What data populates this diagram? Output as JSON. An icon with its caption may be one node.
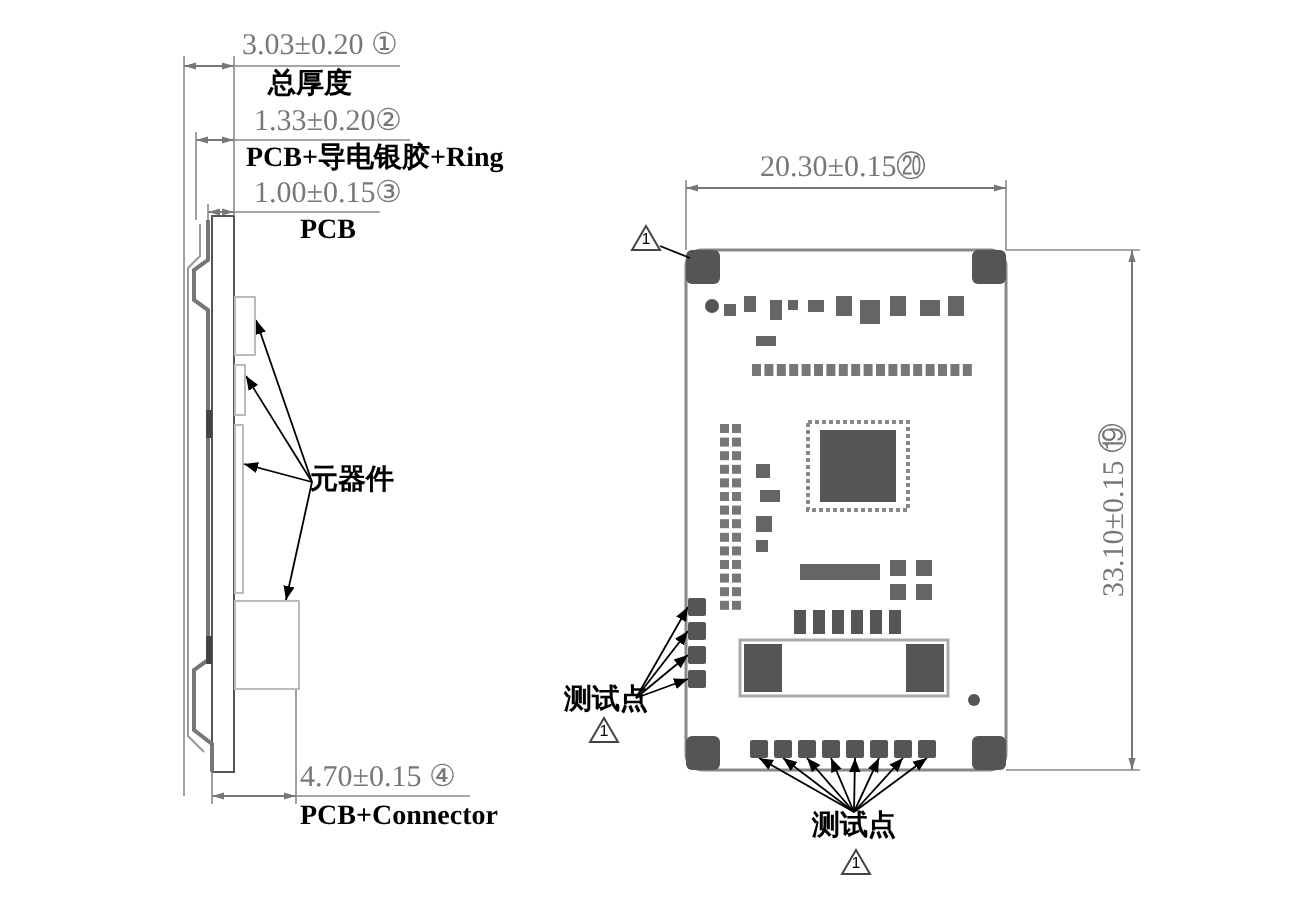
{
  "diagram": {
    "nodes": [
      {
        "text": [
          "元器件"
        ]
      },
      {
        "text": [],
        "shape": "box"
      },
      {
        "text": [],
        "shape": "box"
      },
      {
        "text": [],
        "shape": "box"
      },
      {
        "text": [],
        "shape": "box"
      },
      {
        "text": [
          "测试点"
        ]
      },
      {
        "text": [],
        "shape": "box"
      },
      {
        "text": [],
        "shape": "box"
      },
      {
        "text": [],
        "shape": "box"
      },
      {
        "text": [],
        "shape": "box"
      },
      {
        "text": [
          "测试点"
        ]
      },
      {
        "text": [],
        "shape": "box"
      },
      {
        "text": [],
        "shape": "box"
      },
      {
        "text": [],
        "shape": "box"
      },
      {
        "text": [],
        "shape": "box"
      },
      {
        "text": [],
        "shape": "box"
      },
      {
        "text": [],
        "shape": "box"
      },
      {
        "text": [],
        "shape": "box"
      },
      {
        "text": [],
        "shape": "box"
      },
      {
        "text": [
          "1"
        ]
      },
      {
        "text": [
          "1"
        ]
      },
      {
        "text": [
          "1"
        ]
      }
    ],
    "edges": [
      {
        "from": 0,
        "to": 1,
        "arrow": "to"
      },
      {
        "from": 0,
        "to": 2,
        "arrow": "to"
      },
      {
        "from": 0,
        "to": 3,
        "arrow": "to"
      },
      {
        "from": 0,
        "to": 4,
        "arrow": "to"
      },
      {
        "from": 5,
        "to": 6,
        "arrow": "to"
      },
      {
        "from": 5,
        "to": 7,
        "arrow": "to"
      },
      {
        "from": 5,
        "to": 8,
        "arrow": "to"
      },
      {
        "from": 5,
        "to": 9,
        "arrow": "to"
      },
      {
        "from": 10,
        "to": 11,
        "arrow": "to"
      },
      {
        "from": 10,
        "to": 12,
        "arrow": "to"
      },
      {
        "from": 10,
        "to": 13,
        "arrow": "to"
      },
      {
        "from": 10,
        "to": 14,
        "arrow": "to"
      },
      {
        "from": 10,
        "to": 15,
        "arrow": "to"
      },
      {
        "from": 10,
        "to": 16,
        "arrow": "to"
      },
      {
        "from": 10,
        "to": 17,
        "arrow": "to"
      },
      {
        "from": 10,
        "to": 18,
        "arrow": "to"
      },
      {
        "from": 19,
        "to": null,
        "arrow": "none"
      }
    ],
    "labels": [
      "3.03±0.20 ①",
      "总厚度",
      "1.33±0.20②",
      "PCB+导电银胶+Ring",
      "1.00±0.15③",
      "PCB",
      "4.70±0.15 ④",
      "PCB+Connector",
      "20.30±0.15⑳",
      "33.10±0.15 ⑲"
    ]
  }
}
